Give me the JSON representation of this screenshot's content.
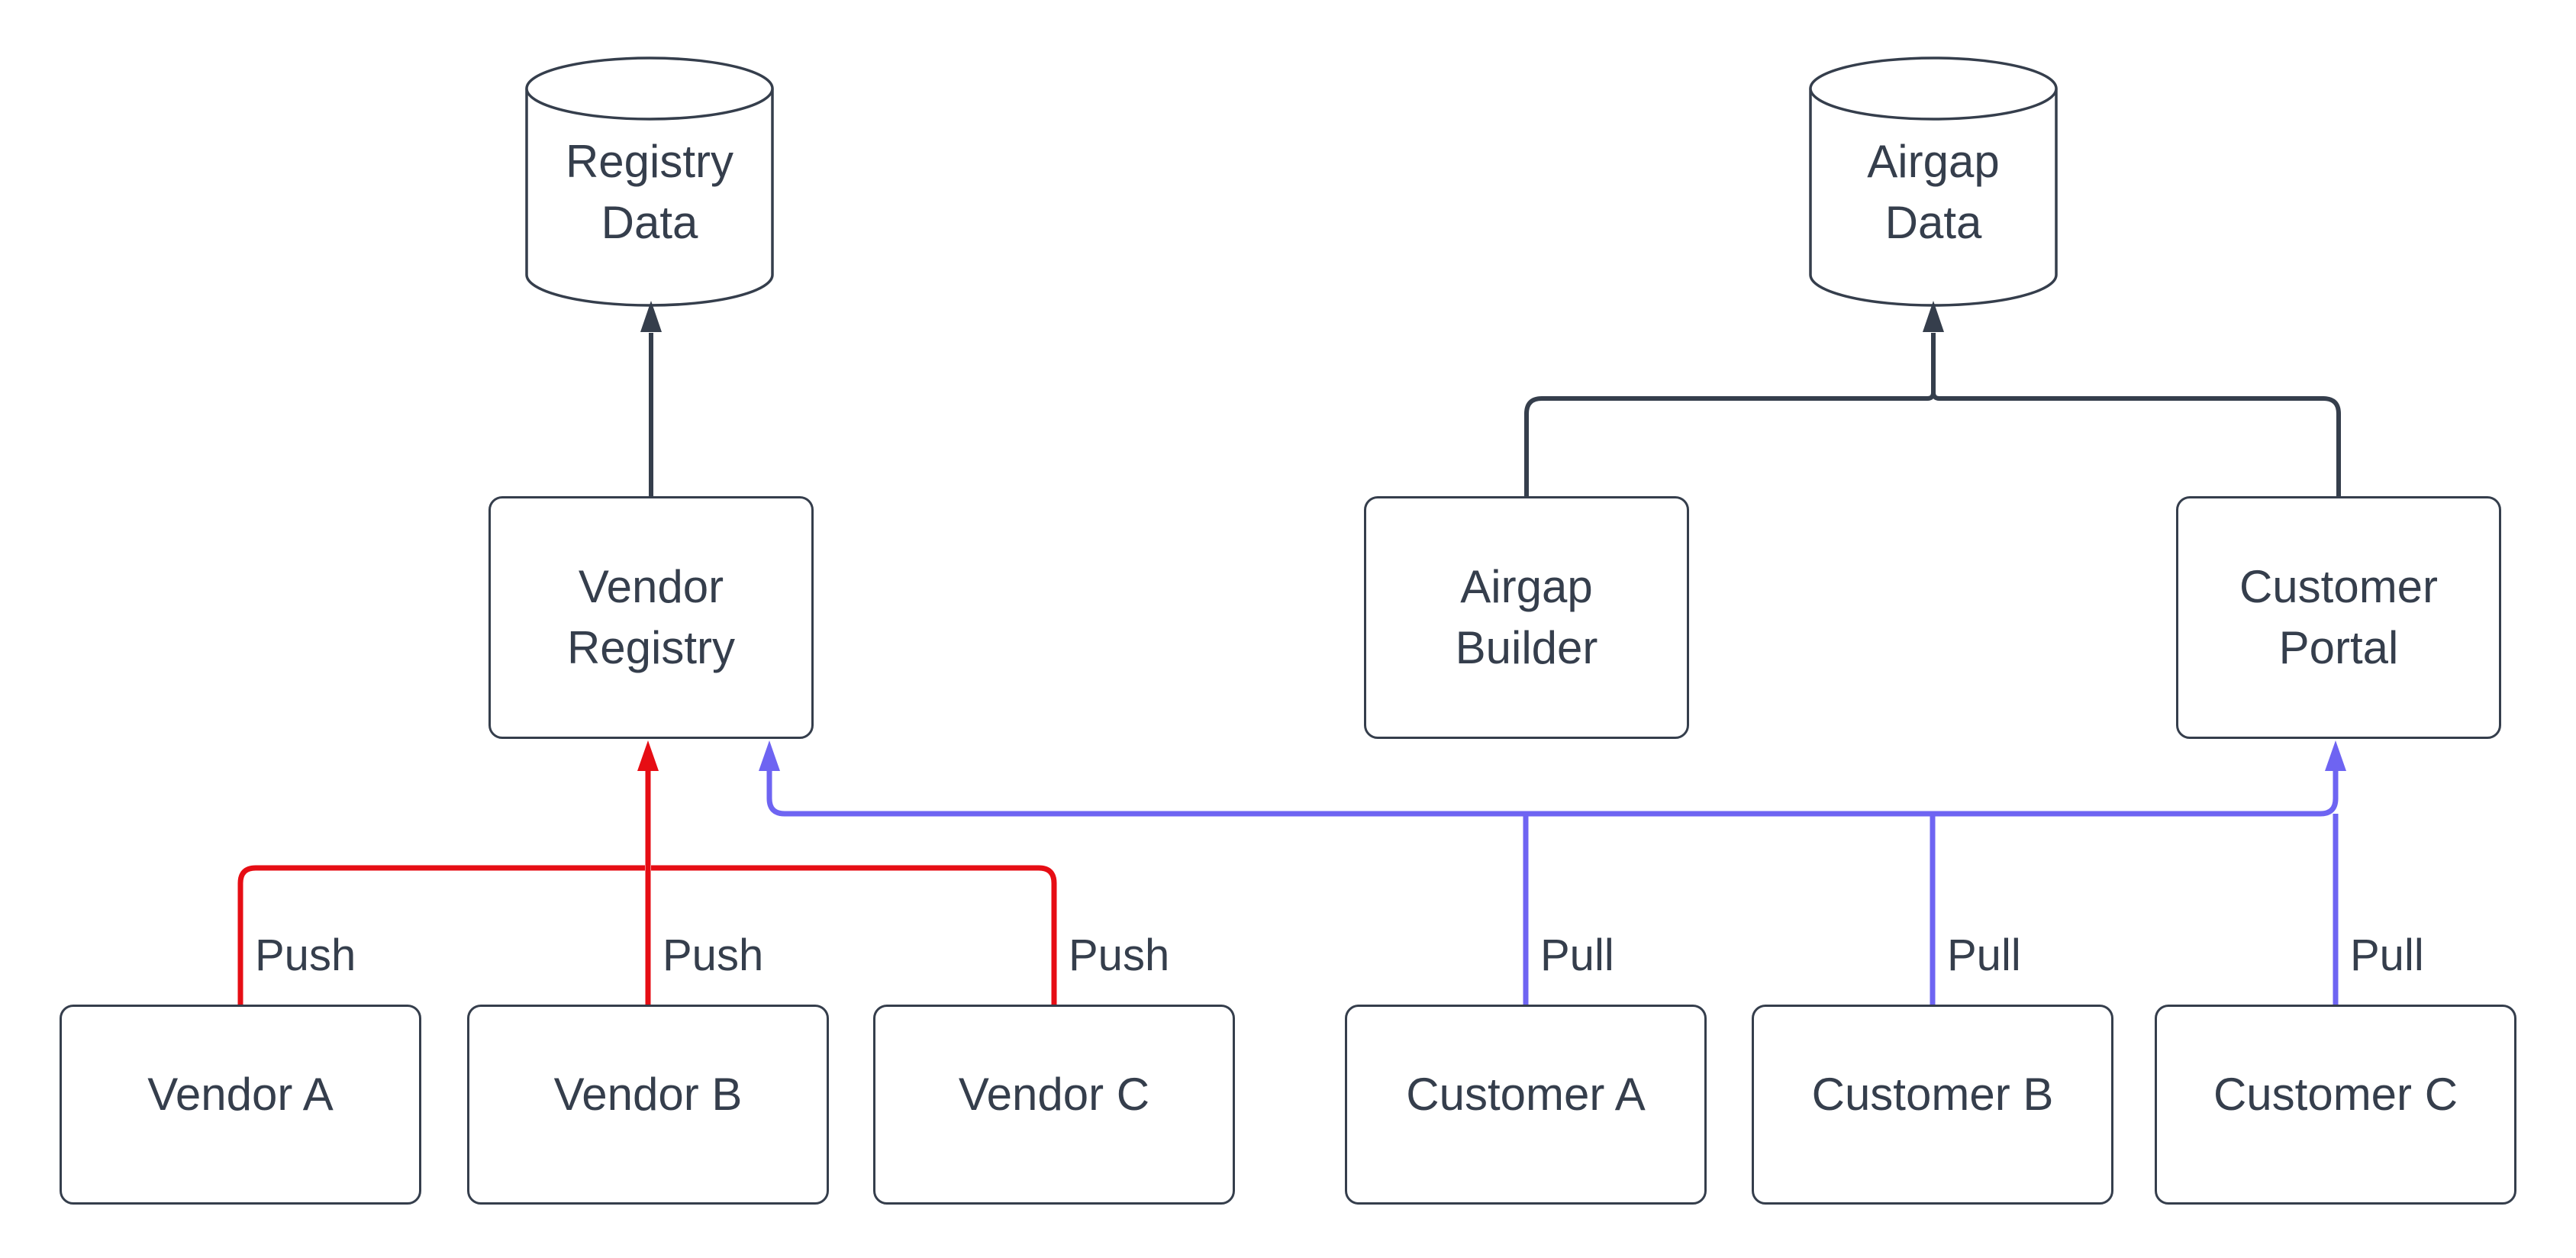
{
  "colors": {
    "outline": "#353e4c",
    "text": "#353e4c",
    "push": "#e60d14",
    "pull": "#6e64f2",
    "background": "#ffffff",
    "node_fill": "#ffffff"
  },
  "nodes": {
    "registry_data": {
      "label": "Registry\nData",
      "shape": "cylinder"
    },
    "airgap_data": {
      "label": "Airgap\nData",
      "shape": "cylinder"
    },
    "vendor_registry": {
      "label": "Vendor\nRegistry",
      "shape": "box"
    },
    "airgap_builder": {
      "label": "Airgap\nBuilder",
      "shape": "box"
    },
    "customer_portal": {
      "label": "Customer\nPortal",
      "shape": "box"
    },
    "vendor_a": {
      "label": "Vendor A",
      "shape": "box"
    },
    "vendor_b": {
      "label": "Vendor B",
      "shape": "box"
    },
    "vendor_c": {
      "label": "Vendor C",
      "shape": "box"
    },
    "customer_a": {
      "label": "Customer A",
      "shape": "box"
    },
    "customer_b": {
      "label": "Customer B",
      "shape": "box"
    },
    "customer_c": {
      "label": "Customer C",
      "shape": "box"
    }
  },
  "edges": {
    "vendor_registry_to_registry_data": {
      "from": "Vendor Registry",
      "to": "Registry Data"
    },
    "airgap_builder_to_airgap_data": {
      "from": "Airgap Builder",
      "to": "Airgap Data"
    },
    "customer_portal_to_airgap_data": {
      "from": "Customer Portal",
      "to": "Airgap Data"
    },
    "push_a": {
      "label": "Push",
      "from": "Vendor A",
      "to": "Vendor Registry"
    },
    "push_b": {
      "label": "Push",
      "from": "Vendor B",
      "to": "Vendor Registry"
    },
    "push_c": {
      "label": "Push",
      "from": "Vendor C",
      "to": "Vendor Registry"
    },
    "pull_a": {
      "label": "Pull",
      "from": "Customer A",
      "to": "Vendor Registry"
    },
    "pull_b": {
      "label": "Pull",
      "from": "Customer B",
      "to": "Vendor Registry"
    },
    "pull_c": {
      "label": "Pull",
      "from": "Customer C",
      "to": "Customer Portal"
    }
  }
}
